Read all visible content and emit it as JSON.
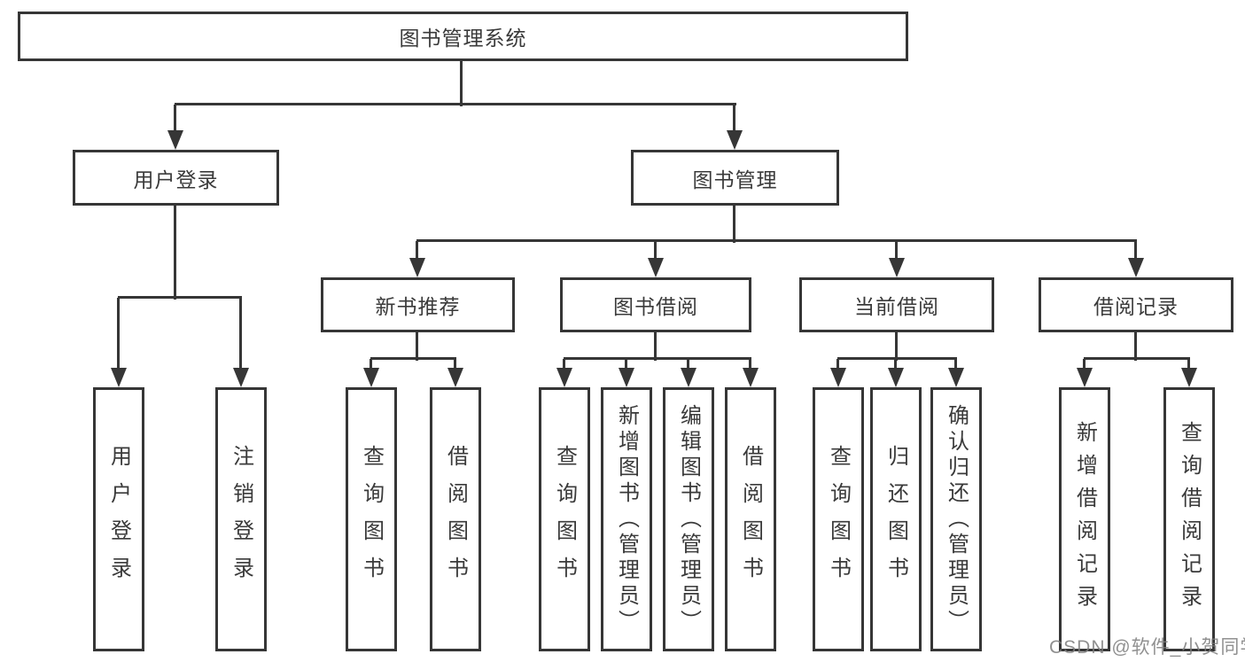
{
  "diagram": {
    "title": "图书管理系统",
    "branches": [
      {
        "label": "用户登录",
        "children": [
          "用户登录",
          "注销登录"
        ]
      },
      {
        "label": "图书管理",
        "groups": [
          {
            "label": "新书推荐",
            "children": [
              "查询图书",
              "借阅图书"
            ]
          },
          {
            "label": "图书借阅",
            "children": [
              "查询图书",
              "新增图书（管理员）",
              "编辑图书（管理员）",
              "借阅图书"
            ]
          },
          {
            "label": "当前借阅",
            "children": [
              "查询图书",
              "归还图书",
              "确认归还（管理员）"
            ]
          },
          {
            "label": "借阅记录",
            "children": [
              "新增借阅记录",
              "查询借阅记录"
            ]
          }
        ]
      }
    ]
  },
  "watermark": "CSDN @软件_小贺同学",
  "colors": {
    "line": "#363636",
    "text": "#3a3a3a",
    "background": "#ffffff",
    "watermark": "#7d7d7d"
  }
}
